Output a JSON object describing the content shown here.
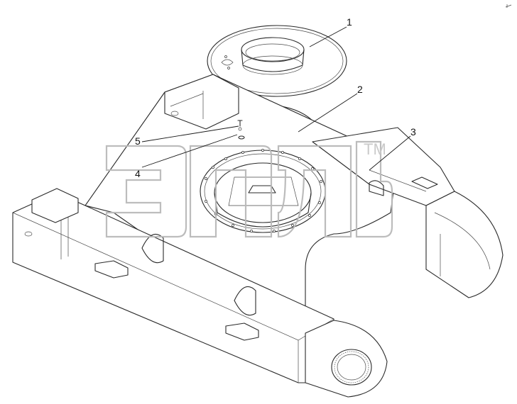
{
  "callouts": [
    {
      "id": "1",
      "label": "1"
    },
    {
      "id": "2",
      "label": "2"
    },
    {
      "id": "3",
      "label": "3"
    },
    {
      "id": "4",
      "label": "4"
    },
    {
      "id": "5",
      "label": "5"
    }
  ],
  "watermark": {
    "logo_text": "ЭПЛ",
    "tm": "TM"
  },
  "colors": {
    "line": "#2a2a2a",
    "watermark": "#b9b9b9",
    "background": "#ffffff"
  }
}
